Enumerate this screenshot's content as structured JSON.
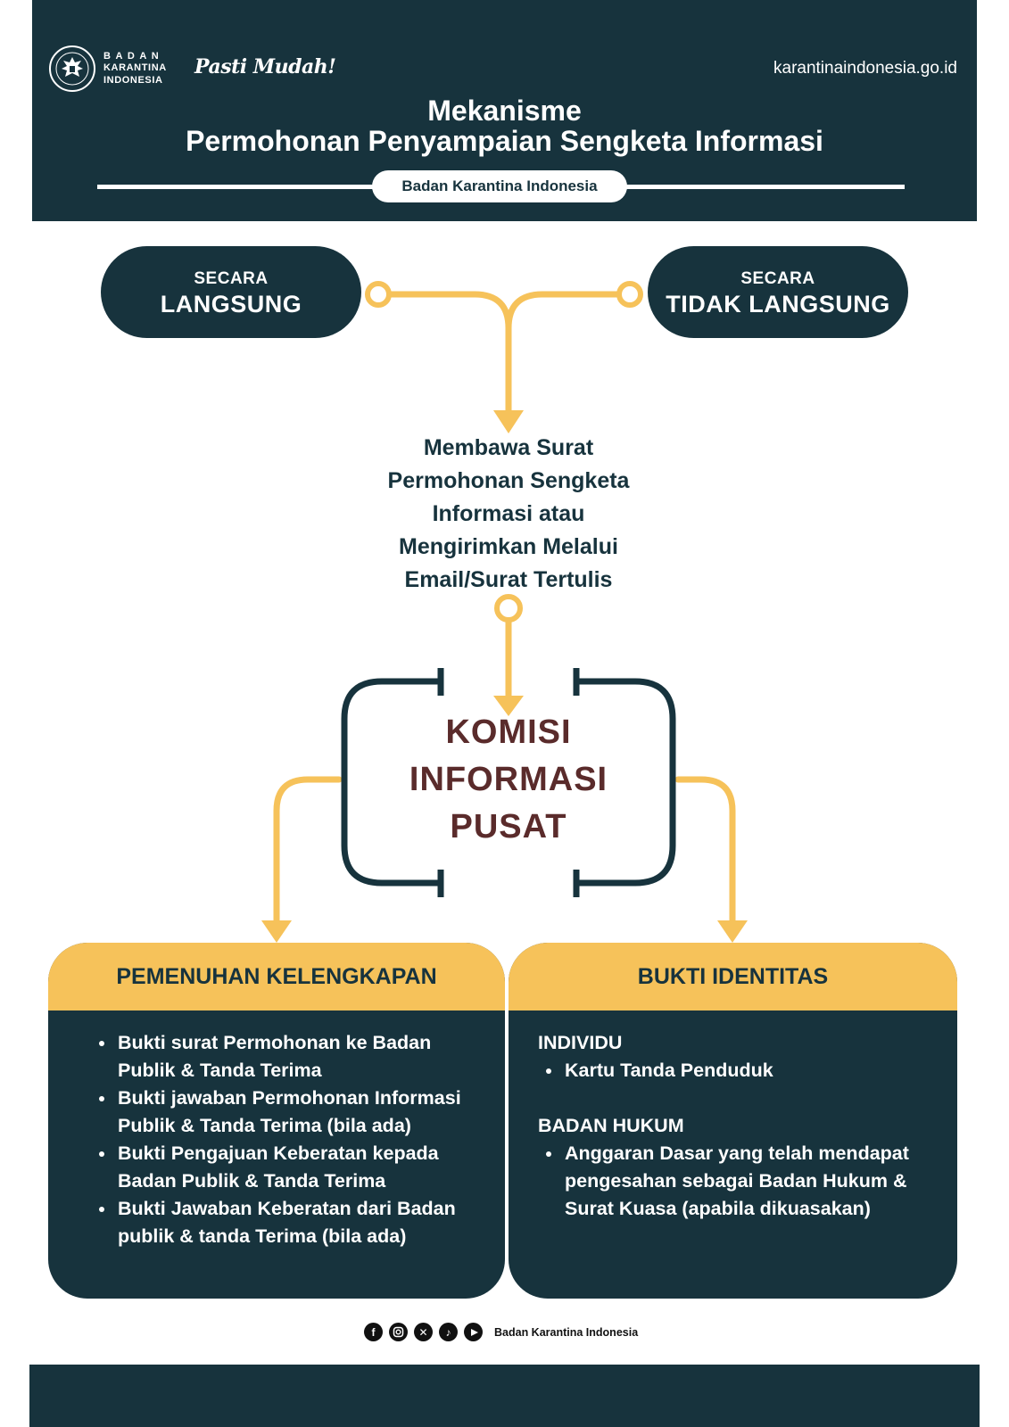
{
  "header": {
    "logo_line1": "BADAN",
    "logo_line2": "KARANTINA",
    "logo_line3": "INDONESIA",
    "tagline": "Pasti Mudah!",
    "website": "karantinaindonesia.go.id",
    "title_line1": "Mekanisme",
    "title_line2": "Permohonan Penyampaian Sengketa Informasi",
    "organization": "Badan Karantina Indonesia"
  },
  "channels": [
    {
      "prefix": "SECARA",
      "label": "LANGSUNG"
    },
    {
      "prefix": "SECARA",
      "label": "TIDAK LANGSUNG"
    }
  ],
  "step": {
    "lines": [
      "Membawa Surat",
      "Permohonan Sengketa",
      "Informasi atau",
      "Mengirimkan Melalui",
      "Email/Surat Tertulis"
    ]
  },
  "commission": {
    "lines": [
      "KOMISI",
      "INFORMASI",
      "PUSAT"
    ]
  },
  "requirements": {
    "title": "PEMENUHAN KELENGKAPAN",
    "items": [
      "Bukti surat Permohonan ke Badan Publik & Tanda Terima",
      "Bukti jawaban Permohonan Informasi Publik & Tanda Terima (bila ada)",
      "Bukti Pengajuan Keberatan kepada Badan Publik & Tanda Terima",
      "Bukti Jawaban Keberatan dari Badan publik & tanda Terima (bila ada)"
    ]
  },
  "identity": {
    "title": "BUKTI IDENTITAS",
    "individual_label": "INDIVIDU",
    "individual_items": [
      "Kartu Tanda Penduduk"
    ],
    "legal_label": "BADAN HUKUM",
    "legal_items": [
      "Anggaran Dasar yang telah mendapat pengesahan sebagai Badan Hukum & Surat Kuasa (apabila dikuasakan)"
    ]
  },
  "footer": {
    "social_icons": [
      "facebook-icon",
      "instagram-icon",
      "x-icon",
      "tiktok-icon",
      "youtube-icon"
    ],
    "handle": "Badan Karantina Indonesia"
  },
  "colors": {
    "navy": "#17333d",
    "yellow": "#f6c25a",
    "maroon": "#5a2b2b",
    "white": "#ffffff"
  }
}
